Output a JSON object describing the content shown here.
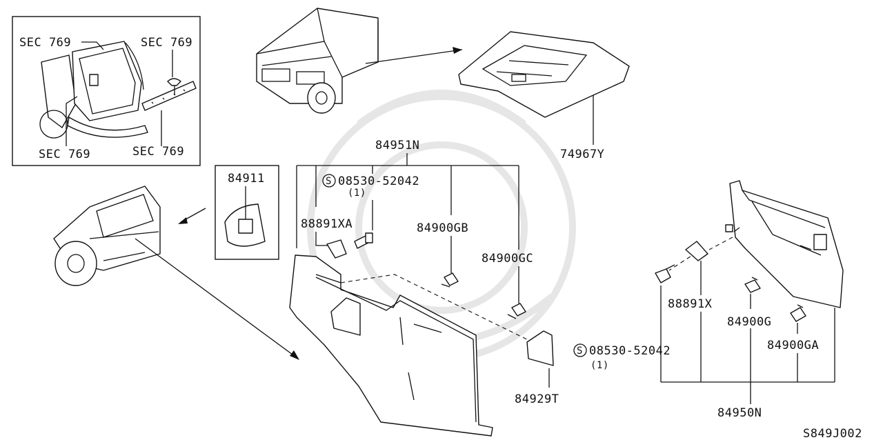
{
  "diagram": {
    "drawing_code": "S849J002",
    "inset": {
      "callouts": [
        "SEC 769",
        "SEC 769",
        "SEC 769",
        "SEC 769"
      ]
    },
    "labels": {
      "p84911": "84911",
      "p84951n": "84951N",
      "p74967y": "74967Y",
      "s_bolt_a": "08530-52042",
      "s_bolt_a_qty": "(1)",
      "p88891xa": "88891XA",
      "p84900gb": "84900GB",
      "p84900gc": "84900GC",
      "p84929t": "84929T",
      "p88891x": "88891X",
      "p84900g": "84900G",
      "p84900ga": "84900GA",
      "s_bolt_b": "08530-52042",
      "s_bolt_b_qty": "(1)",
      "p84950n": "84950N"
    },
    "s_symbol": "S"
  }
}
